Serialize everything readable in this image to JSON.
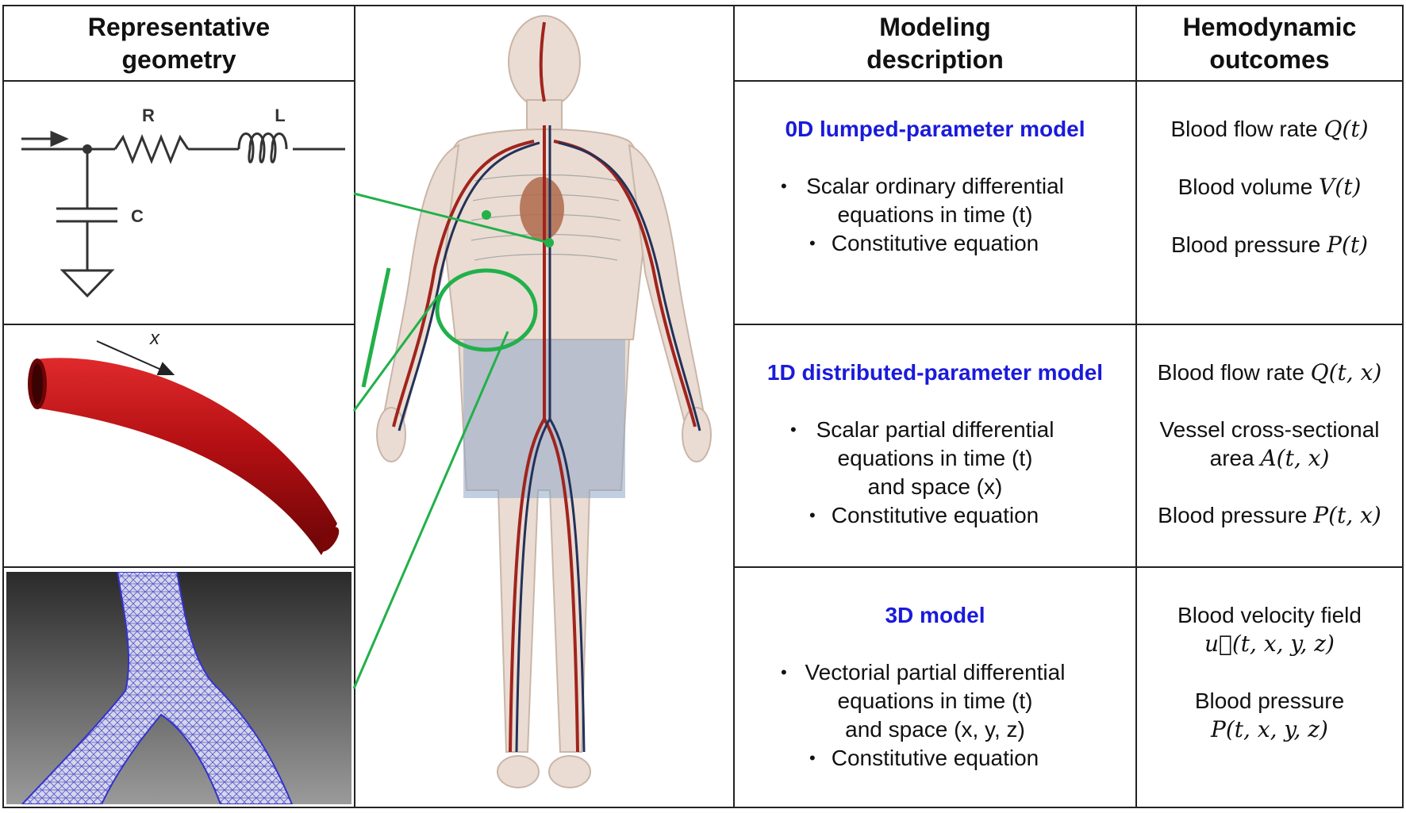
{
  "headers": {
    "geometry": [
      "Representative",
      "geometry"
    ],
    "modeling": [
      "Modeling",
      "description"
    ],
    "outcomes": [
      "Hemodynamic",
      "outcomes"
    ]
  },
  "circuit": {
    "r_label": "R",
    "l_label": "L",
    "c_label": "C"
  },
  "vessel_axis_label": "x",
  "rows": [
    {
      "title": "0D lumped-parameter model",
      "desc": [
        "Scalar ordinary differential",
        "equations in time (t)",
        "Constitutive equation"
      ],
      "outcomes": [
        {
          "text": "Blood flow rate",
          "math": "Q(t)"
        },
        {
          "text": "Blood volume",
          "math": "V(t)"
        },
        {
          "text": "Blood pressure",
          "math": "P(t)"
        }
      ]
    },
    {
      "title": "1D distributed-parameter model",
      "desc": [
        "Scalar partial differential",
        "equations in time (t)",
        "and space (x)",
        "Constitutive equation"
      ],
      "outcomes": [
        {
          "text": "Blood flow rate",
          "math": "Q(t, x)"
        },
        {
          "text": "Vessel cross-sectional",
          "math": ""
        },
        {
          "text": "area",
          "math": "A(t, x)"
        },
        {
          "text": "Blood pressure",
          "math": "P(t, x)"
        }
      ]
    },
    {
      "title": "3D model",
      "desc": [
        "Vectorial partial differential",
        "equations in time (t)",
        "and space (x, y, z)",
        "Constitutive equation"
      ],
      "outcomes": [
        {
          "text": "Blood velocity field",
          "math": ""
        },
        {
          "text": "",
          "math": "u⃗(t, x, y, z)"
        },
        {
          "text": "Blood pressure",
          "math": ""
        },
        {
          "text": "",
          "math": "P(t, x, y, z)"
        }
      ]
    }
  ],
  "colors": {
    "accent_blue": "#1a1adb",
    "connector_green": "#22b04a",
    "vessel_red": "#b30f12",
    "mesh_blue": "#4a4ae0"
  }
}
